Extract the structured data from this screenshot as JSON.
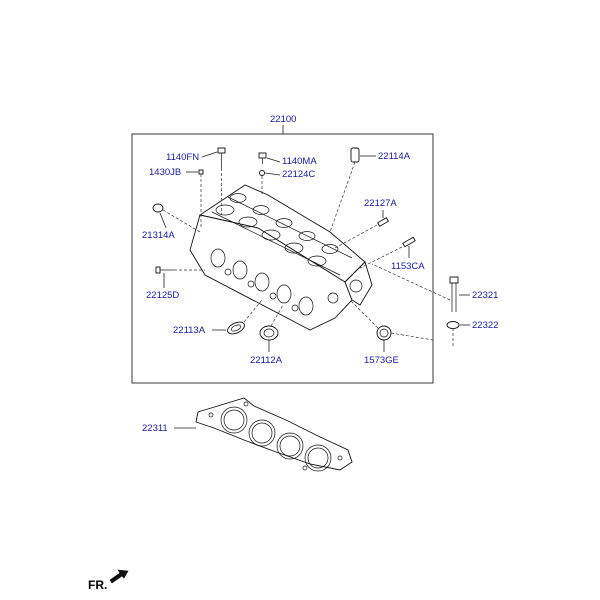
{
  "diagram": {
    "assembly_label": "22100",
    "labels": {
      "p1140FN": "1140FN",
      "p1430JB": "1430JB",
      "p1140MA": "1140MA",
      "p22124C": "22124C",
      "p22114A": "22114A",
      "p22127A": "22127A",
      "p21314A": "21314A",
      "p1153CA": "1153CA",
      "p22125D": "22125D",
      "p22321": "22321",
      "p22322": "22322",
      "p22113A": "22113A",
      "p22112A": "22112A",
      "p1573GE": "1573GE",
      "p22311": "22311"
    },
    "front_marker": "FR."
  },
  "colors": {
    "label": "#1a1a9e",
    "line": "#222222"
  }
}
